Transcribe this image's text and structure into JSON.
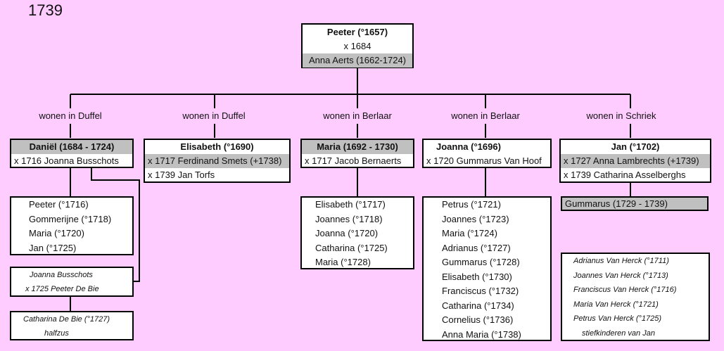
{
  "year": "1739",
  "root": {
    "name": "Peeter (°1657)",
    "marriage": "x 1684",
    "spouse": "Anna Aerts (1662-1724)"
  },
  "branch_labels": [
    "wonen in Duffel",
    "wonen in Duffel",
    "wonen in Berlaar",
    "wonen in Berlaar",
    "wonen in Schriek"
  ],
  "families": [
    {
      "name": "Daniël (1684 - 1724)",
      "lines": [
        "x 1716  Joanna Busschots"
      ]
    },
    {
      "name": "Elisabeth (°1690)",
      "lines": [
        "x 1717 Ferdinand Smets (+1738)",
        "x 1739 Jan Torfs"
      ]
    },
    {
      "name": "Maria (1692 - 1730)",
      "lines": [
        "x 1717 Jacob Bernaerts"
      ]
    },
    {
      "name": "Joanna (°1696)",
      "lines": [
        "x 1720 Gummarus Van Hoof"
      ]
    },
    {
      "name": "Jan (°1702)",
      "lines": [
        "x 1727 Anna Lambrechts (+1739)",
        "x 1739 Catharina Asselberghs"
      ]
    }
  ],
  "children_daniel": [
    "Peeter (°1716)",
    "Gommerijne (°1718)",
    "Maria (°1720)",
    "Jan (°1725)"
  ],
  "children_maria": [
    "Elisabeth (°1717)",
    "Joannes (°1718)",
    "Joanna (°1720)",
    "Catharina (°1725)",
    "Maria (°1728)"
  ],
  "children_joanna": [
    "Petrus (°1721)",
    "Joannes (°1723)",
    "Maria (°1724)",
    "Adrianus (°1727)",
    "Gummarus (°1728)",
    "Elisabeth (°1730)",
    "Franciscus (°1732)",
    "Catharina (°1734)",
    "Cornelius (°1736)",
    "Anna Maria (°1738)"
  ],
  "child_jan": "Gummarus  (1729 - 1739)",
  "remarriage": {
    "name": "Joanna Busschots",
    "marriage": "x 1725 Peeter De Bie"
  },
  "halfsister": {
    "name": "Catharina De Bie (°1727)",
    "note": "halfzus"
  },
  "stepchildren": {
    "names": [
      "Adrianus Van Herck (°1711)",
      "Joannes Van Herck (°1713)",
      "Franciscus Van Herck (°1716)",
      "Maria Van Herck (°1721)",
      "Petrus Van Herck (°1725)"
    ],
    "note": "stiefkinderen van Jan"
  }
}
